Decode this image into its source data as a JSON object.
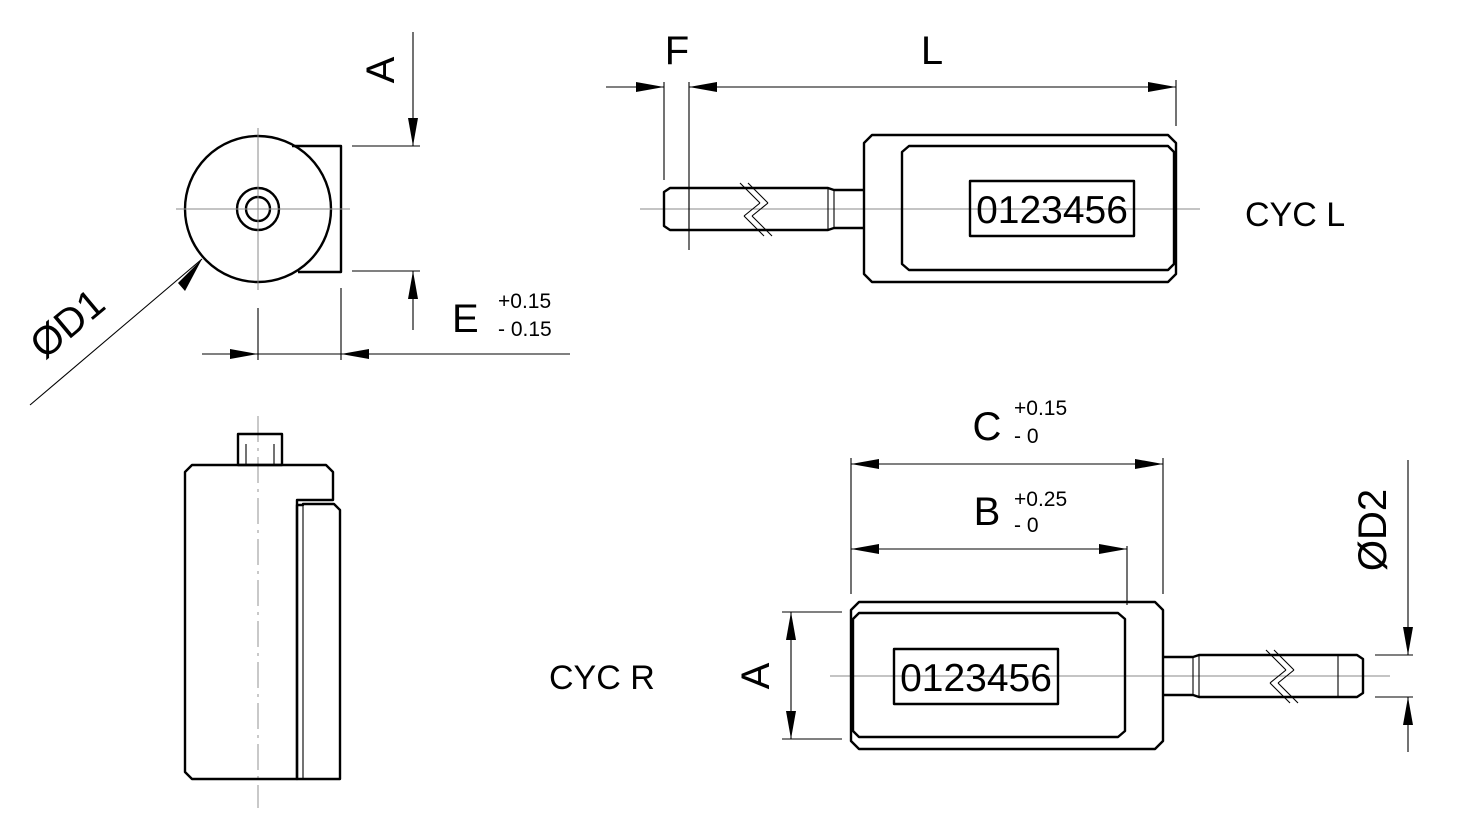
{
  "labels": {
    "D1": "ØD1",
    "D2": "ØD2",
    "A_top": "A",
    "A_bottom": "A",
    "E": "E",
    "E_tol_plus": "+0.15",
    "E_tol_minus": "- 0.15",
    "F": "F",
    "L": "L",
    "C": "C",
    "C_tol_plus": "+0.15",
    "C_tol_minus": "- 0",
    "B": "B",
    "B_tol_plus": "+0.25",
    "B_tol_minus": "- 0"
  },
  "views": {
    "cyc_l": {
      "model_label": "CYC L",
      "plate_text": "0123456"
    },
    "cyc_r": {
      "model_label": "CYC R",
      "plate_text": "0123456"
    }
  }
}
